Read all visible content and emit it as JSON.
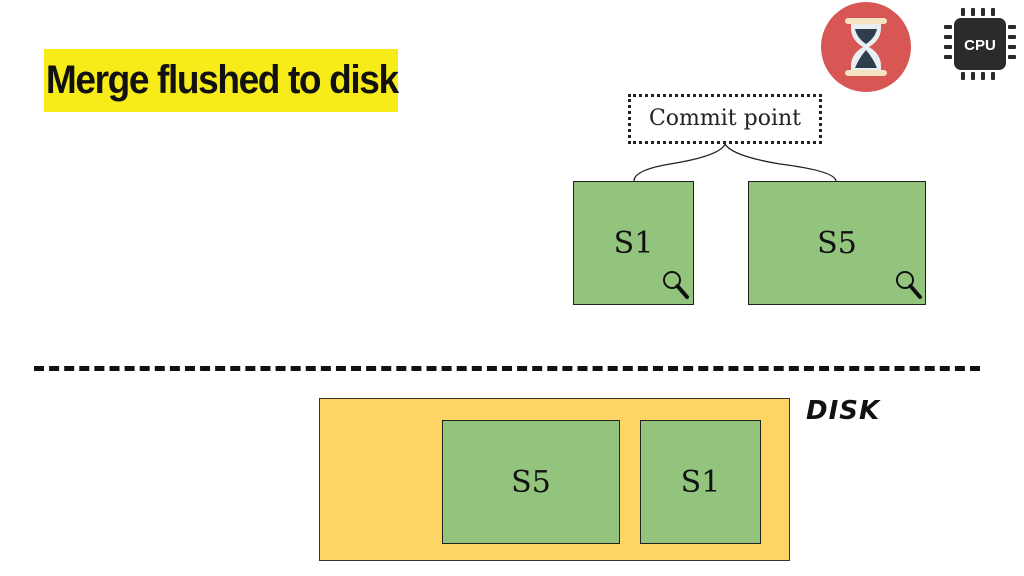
{
  "title": "Merge flushed to disk",
  "icons": {
    "timer": "hourglass-icon",
    "cpu": "cpu-chip-icon",
    "cpu_label": "CPU",
    "search": "magnifier-icon"
  },
  "commit_point": {
    "label": "Commit point",
    "segments": [
      {
        "label": "S1"
      },
      {
        "label": "S5"
      }
    ]
  },
  "disk": {
    "label": "DISK",
    "segments": [
      {
        "label": "S5"
      },
      {
        "label": "S1"
      }
    ]
  },
  "colors": {
    "title_highlight": "#f7ec1a",
    "segment_fill": "#93c47d",
    "disk_fill": "#fdd565",
    "timer_bg": "#d85654"
  }
}
